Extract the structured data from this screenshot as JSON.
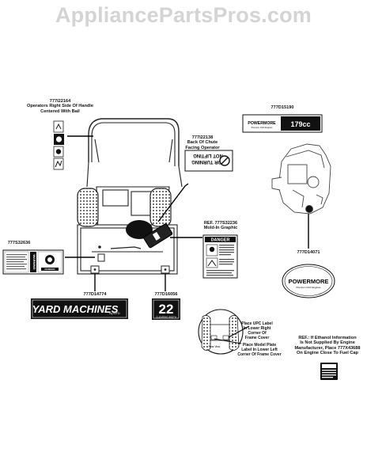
{
  "watermark": "AppliancePartsPros.com",
  "callouts": {
    "handle_decals": {
      "part": "777I22164",
      "lines": [
        "Operators Right Side Of Handle",
        "Centered With Bail"
      ]
    },
    "chute_decal": {
      "part": "777I22138",
      "lines": [
        "Back Of Chute",
        "Facing Operator"
      ]
    },
    "engine_decal": {
      "part": "777D15190"
    },
    "engine_shroud_decal": {
      "part": "777D14071"
    },
    "danger_label": {
      "part": "REF. 777S32236",
      "lines": [
        "Mold-In Graphic"
      ]
    },
    "left_danger_label": {
      "part": "777S32636"
    },
    "yard_machines_decal": {
      "part": "777D14774"
    },
    "width_decal": {
      "part": "777D16056"
    },
    "frame_notes": [
      [
        "Place UPC Label",
        "In Lower Right",
        "Corner Of",
        "Frame Cover"
      ],
      [
        "Place Model Plate",
        "Label In Lower Left",
        "Corner Of Frame Cover"
      ]
    ],
    "ethanol_note": [
      "REF.: If Ethanol Information",
      "Is Not Supplied By Engine",
      "Manufacturer, Place 777X43688",
      "On Engine Close To Fuel Cap"
    ]
  },
  "decal_text": {
    "chute_warning": [
      "FOR TURNING",
      "NOT LIFTING"
    ],
    "powermore": "POWERMORE",
    "powermore_sub": "Premium OHV Engines",
    "cc": "179cc",
    "danger": "DANGER",
    "warning": "WARNING",
    "yard_machines": "YARD MACHINES",
    "by_mtd": "by MTD",
    "width_number": "22",
    "width_caption": "CLEARING WIDTH",
    "rear_view": "Rear View"
  }
}
